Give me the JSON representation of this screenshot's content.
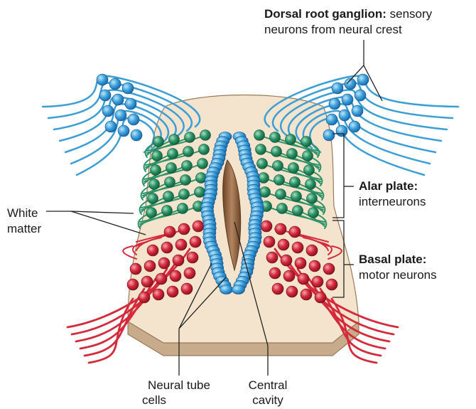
{
  "labels": {
    "drg_title": "Dorsal root ganglion:",
    "drg_desc_1": "sensory",
    "drg_desc_2": "neurons from neural crest",
    "alar_title": "Alar plate:",
    "alar_desc": "interneurons",
    "basal_title": "Basal plate:",
    "basal_desc": "motor neurons",
    "white_matter_1": "White",
    "white_matter_2": "matter",
    "neural_tube_1": "Neural tube",
    "neural_tube_2": "cells",
    "central_1": "Central",
    "central_2": "cavity"
  },
  "colors": {
    "sensory": "#3b9fd6",
    "alar": "#2e9468",
    "basal": "#d42a3c",
    "tissue": "#f3e3cd",
    "tissue_edge": "#8a6a4a",
    "cavity": "#9a6e48",
    "tube": "#4aa8e0"
  }
}
